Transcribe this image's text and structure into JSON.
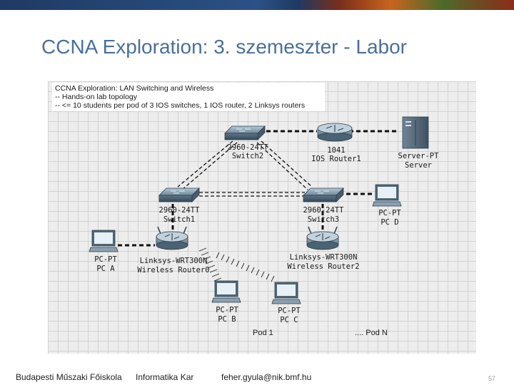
{
  "slide": {
    "title": "CCNA Exploration: 3. szemeszter - Labor",
    "page_number": "57"
  },
  "note": {
    "lines": [
      "CCNA Exploration: LAN Switching and Wireless",
      "-- Hands-on lab topology",
      "-- <= 10 students per pod of 3 IOS switches, 1 IOS router, 2 Linksys routers"
    ]
  },
  "devices": {
    "switch2": {
      "line1": "2960-24TT",
      "line2": "Switch2"
    },
    "router1": {
      "line1": "1041",
      "line2": "IOS Router1"
    },
    "server": {
      "line1": "Server-PT",
      "line2": "Server"
    },
    "switch1": {
      "line1": "2960-24TT",
      "line2": "Switch1"
    },
    "switch3": {
      "line1": "2960-24TT",
      "line2": "Switch3"
    },
    "pcd": {
      "line1": "PC-PT",
      "line2": "PC D"
    },
    "pca": {
      "line1": "PC-PT",
      "line2": "PC A"
    },
    "wr0": {
      "line1": "Linksys-WRT300N",
      "line2": "Wireless Router0"
    },
    "wr2": {
      "line1": "Linksys-WRT300N",
      "line2": "Wireless Router2"
    },
    "pcb": {
      "line1": "PC-PT",
      "line2": "PC B"
    },
    "pcc": {
      "line1": "PC-PT",
      "line2": "PC C"
    }
  },
  "pods": {
    "pod1": "Pod 1",
    "podn": ".... Pod N"
  },
  "footer": {
    "school": "Budapesti Műszaki Főiskola",
    "department": "Informatika Kar",
    "email": "feher.gyula@nik.bmf.hu"
  },
  "colors": {
    "title": "#4a6f9c",
    "canvas": "#ededed",
    "link": "#111111"
  }
}
